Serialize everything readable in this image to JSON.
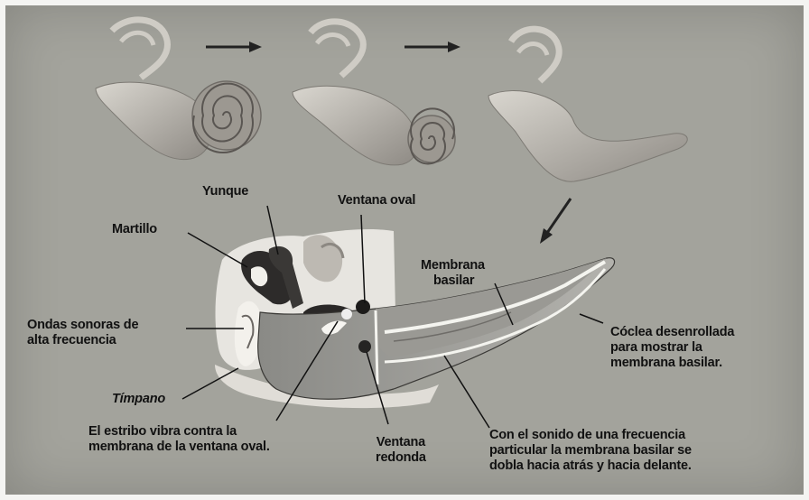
{
  "labels": {
    "yunque": "Yunque",
    "ventana_oval": "Ventana oval",
    "martillo": "Martillo",
    "membrana_basilar": [
      "Membrana",
      "basilar"
    ],
    "ondas": [
      "Ondas sonoras de",
      "alta frecuencia"
    ],
    "coclea": [
      "Cóclea desenrollada",
      "para mostrar la",
      "membrana basilar."
    ],
    "timpano": "Tímpano",
    "estribo": [
      "El estribo vibra contra la",
      "membrana de la ventana oval."
    ],
    "ventana_redonda": [
      "Ventana",
      "redonda"
    ],
    "sonido": [
      "Con el sonido de una frecuencia",
      "particular la membrana basilar se",
      "dobla hacia atrás y hacia delante."
    ]
  }
}
